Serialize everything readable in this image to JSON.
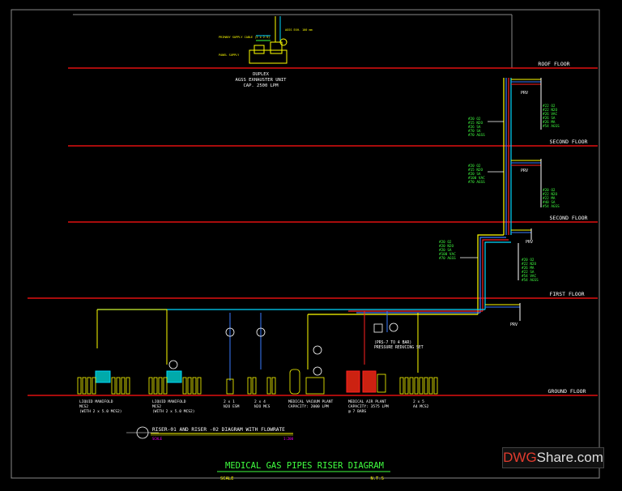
{
  "floors": {
    "roof": "ROOF FLOOR",
    "second_a": "SECOND FLOOR",
    "second_b": "SECOND FLOOR",
    "first": "FIRST FLOOR",
    "ground": "GROUND FLOOR"
  },
  "exhauster": {
    "line1": "DUPLEX",
    "line2": "AGSS EXHAUSTER UNIT",
    "line3": "CAP. 2500 LPM"
  },
  "equipment": [
    {
      "line1": "LIQUID MANIFOLD",
      "line2": "MCS2",
      "line3": "(WITH 2 x 5.0 MCS2)"
    },
    {
      "line1": "LIQUID MANIFOLD",
      "line2": "MCS2",
      "line3": "(WITH 2 x 5.0 MCS2)"
    },
    {
      "line1": "2 x 1",
      "line2": "N2O ESM",
      "line3": ""
    },
    {
      "line1": "2 x 4",
      "line2": "N2O MCS",
      "line3": ""
    },
    {
      "line1": "MEDICAL VACUUM PLANT",
      "line2": "CAPACITY: 2000 LPM",
      "line3": ""
    },
    {
      "line1": "MEDICAL AIR PLANT",
      "line2": "CAPACITY: 3575 LPM",
      "line3": "@ 7 BARS"
    },
    {
      "line1": "2 x 5",
      "line2": "A4 MCS2",
      "line3": ""
    }
  ],
  "prs": {
    "line1": "(PRS-7 TO 4 BAR)",
    "line2": "PRESSURE REDUCING SET"
  },
  "prv": [
    "PRV",
    "PRV",
    "PRV",
    "PRV"
  ],
  "outlet_groups": [
    [
      "#22 O2",
      "#22 N2O",
      "#26 VAC",
      "#26 SA",
      "#26 MA",
      "#54 AGSS"
    ],
    [
      "#20 O2",
      "#15 N2O",
      "#26 SA",
      "#70 SA",
      "#70 AGSS"
    ],
    [
      "#20 O2",
      "#15 N2O",
      "#20 SA",
      "#100 VAC",
      "#70 AGSS"
    ],
    [
      "#20 O2",
      "#22 N2O",
      "#22 MA",
      "#40 SA",
      "#54 AGSS"
    ],
    [
      "#20 O2",
      "#20 N2O",
      "#20 SA",
      "#100 VAC",
      "#70 AGSS"
    ],
    [
      "#20 O2",
      "#22 N2O",
      "#26 MA",
      "#22 SA",
      "#54 VAC",
      "#54 AGSS"
    ]
  ],
  "title_block": {
    "riser_title": "RISER-01 AND RISER -02 DIAGRAM WITH FLOWRATE",
    "scale_label": "SCALE",
    "scale_value": "1:200",
    "main_title": "MEDICAL GAS PIPES RISER DIAGRAM",
    "main_scale_label": "SCALE",
    "main_scale_value": "N.T.S"
  },
  "watermark": {
    "prefix": "DWG",
    "suffix": "Share.com"
  },
  "colors": {
    "floor_line": "#e01010",
    "riser_yellow": "#ffff00",
    "riser_blue": "#3a7bff",
    "riser_red": "#ff2020",
    "riser_cyan": "#00d8ff",
    "riser_green": "#40ff40",
    "magenta": "#ff00ff",
    "label": "#ffffff"
  }
}
